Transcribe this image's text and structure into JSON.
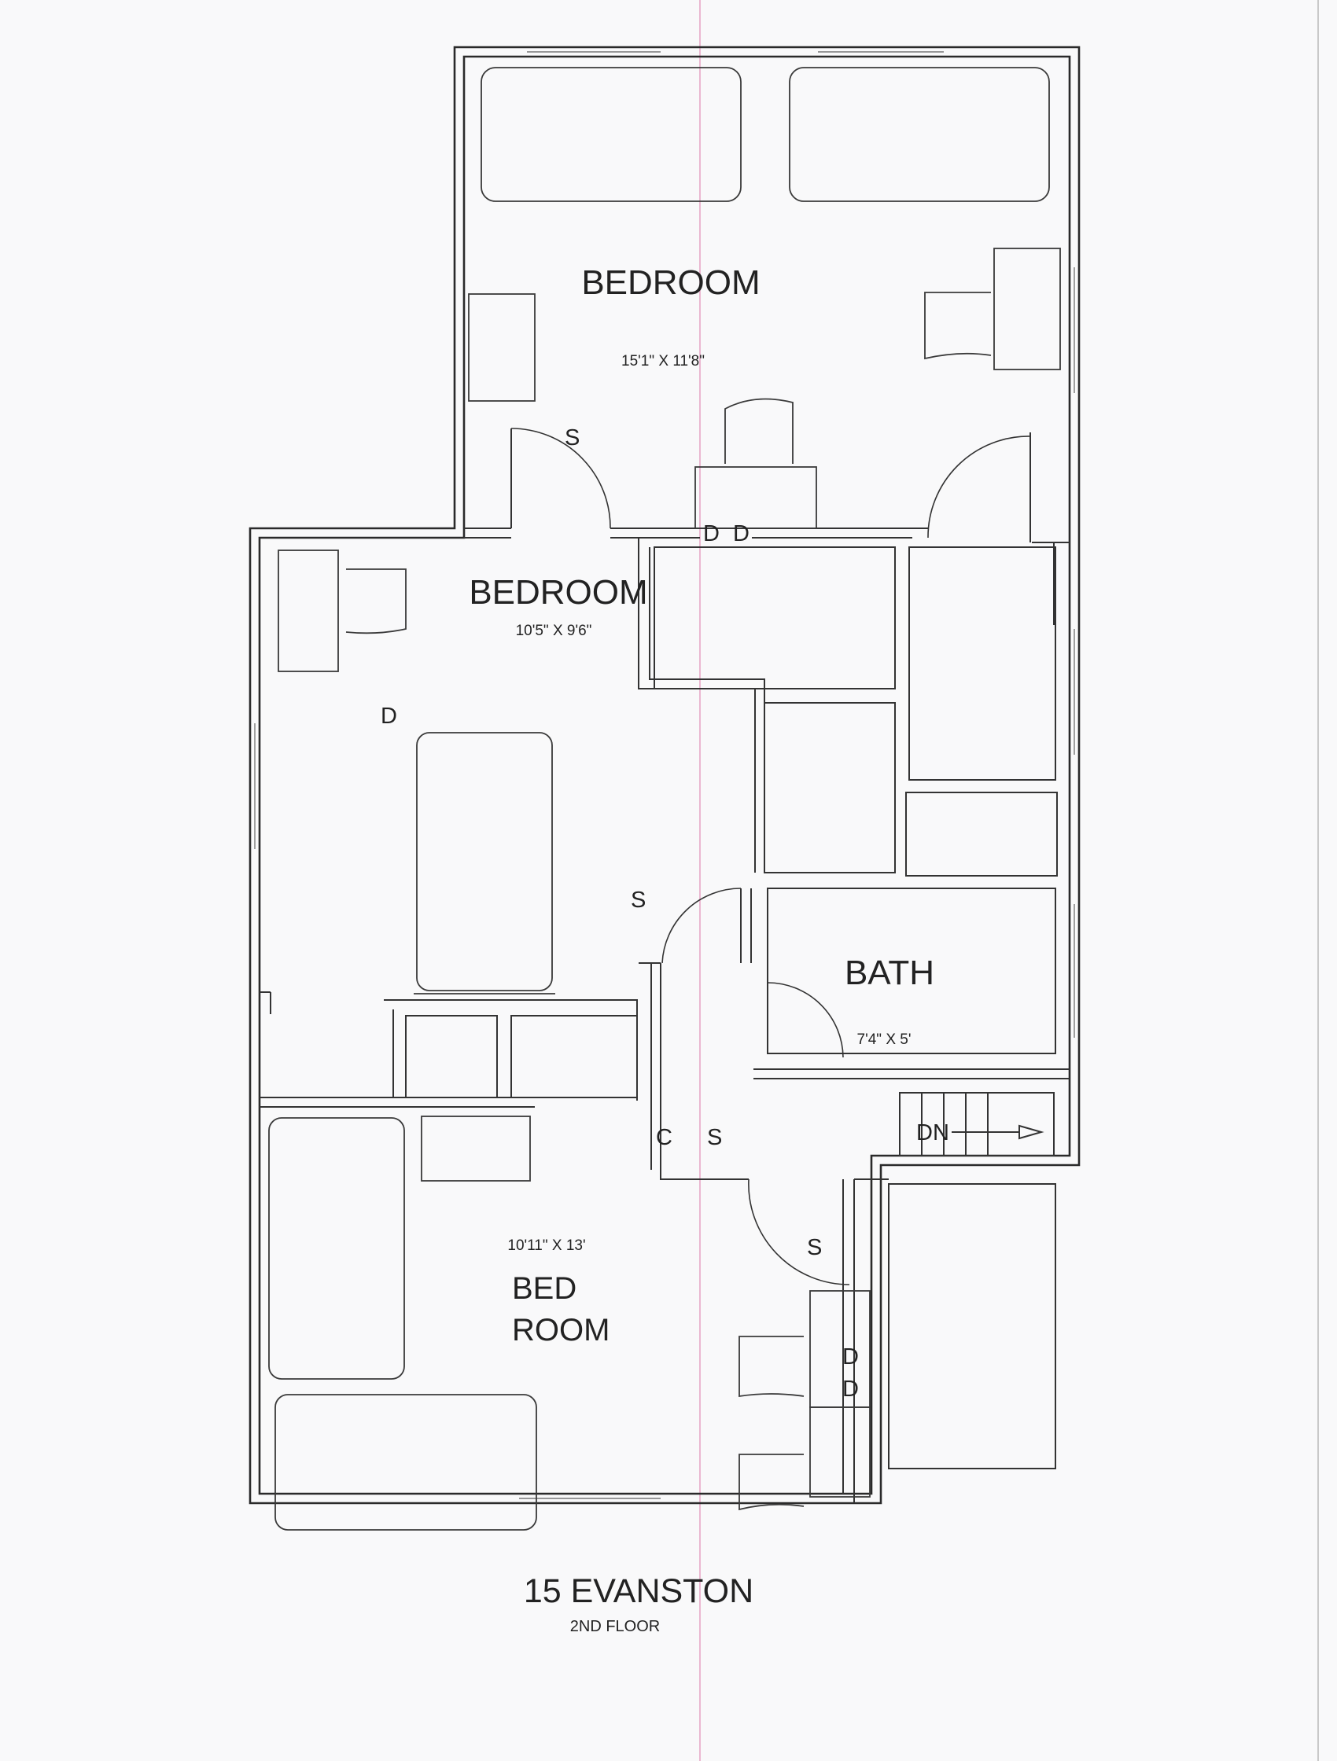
{
  "rooms": {
    "top_bedroom": {
      "name": "BEDROOM",
      "size": "15'1\" X 11'8\""
    },
    "left_bedroom": {
      "name": "BEDROOM",
      "size": "10'5\" X 9'6\""
    },
    "bath": {
      "name": "BATH",
      "size": "7'4\" X 5'"
    },
    "bottom_bedroom": {
      "name_line1": "BED",
      "name_line2": "ROOM",
      "size": "10'11\" X 13'"
    }
  },
  "markers": {
    "s": "S",
    "d": "D",
    "c": "C",
    "dn": "DN"
  },
  "footer": {
    "title": "15 EVANSTON",
    "subtitle": "2ND FLOOR"
  }
}
